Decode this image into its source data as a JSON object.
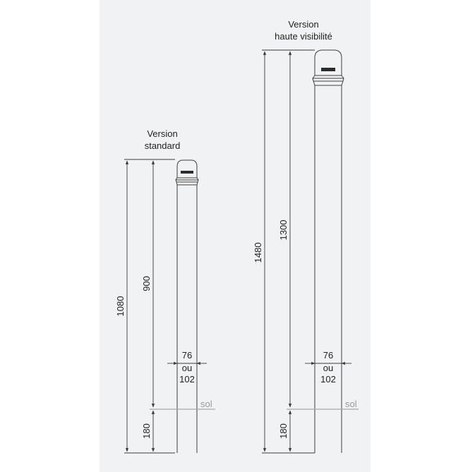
{
  "standard": {
    "title_line1": "Version",
    "title_line2": "standard",
    "total_height": "1080",
    "above_ground": "900",
    "below_ground": "180",
    "diameter_a": "76",
    "diameter_or": "ou",
    "diameter_b": "102",
    "ground_label": "sol"
  },
  "high_visibility": {
    "title_line1": "Version",
    "title_line2": "haute visibilité",
    "total_height": "1480",
    "above_ground": "1300",
    "below_ground": "180",
    "diameter_a": "76",
    "diameter_or": "ou",
    "diameter_b": "102",
    "ground_label": "sol"
  },
  "colors": {
    "background_panel": "#f1f2f3",
    "line": "#3a3a3a",
    "ground_line": "#a8a8a8",
    "reflective_band": "#2b2b2b"
  }
}
